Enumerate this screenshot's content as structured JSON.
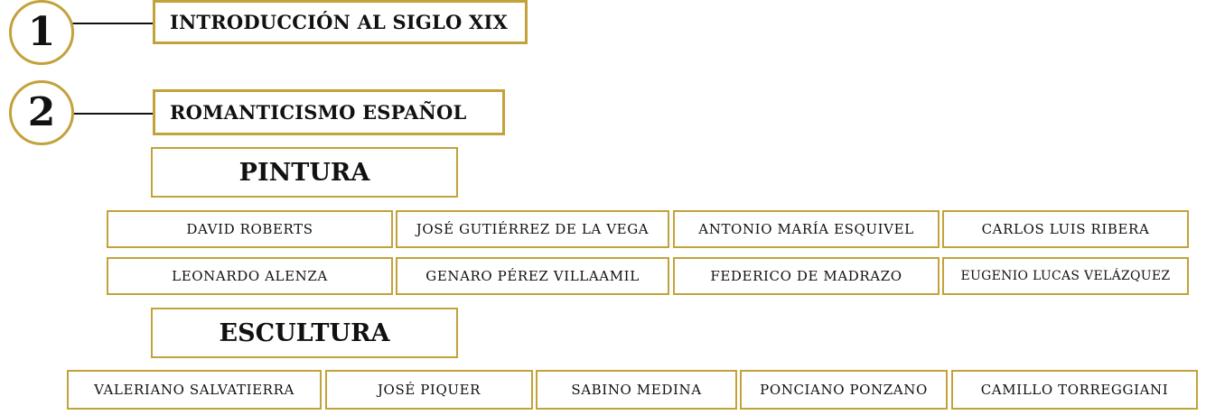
{
  "sections": [
    {
      "number": "1",
      "title": "INTRODUCCIÓN AL SIGLO XIX"
    },
    {
      "number": "2",
      "title": "ROMANTICISMO ESPAÑOL"
    }
  ],
  "categories": {
    "pintura": {
      "title": "PINTURA",
      "artists": [
        "DAVID ROBERTS",
        "JOSÉ GUTIÉRREZ DE LA VEGA",
        "ANTONIO MARÍA ESQUIVEL",
        "CARLOS LUIS RIBERA",
        "LEONARDO ALENZA",
        "GENARO PÉREZ VILLAAMIL",
        "FEDERICO DE MADRAZO",
        "EUGENIO LUCAS VELÁZQUEZ"
      ]
    },
    "escultura": {
      "title": "ESCULTURA",
      "artists": [
        "VALERIANO SALVATIERRA",
        "JOSÉ PIQUER",
        "SABINO MEDINA",
        "PONCIANO PONZANO",
        "CAMILLO TORREGGIANI"
      ]
    }
  },
  "colors": {
    "accent": "#c2a23a",
    "text": "#111111"
  }
}
